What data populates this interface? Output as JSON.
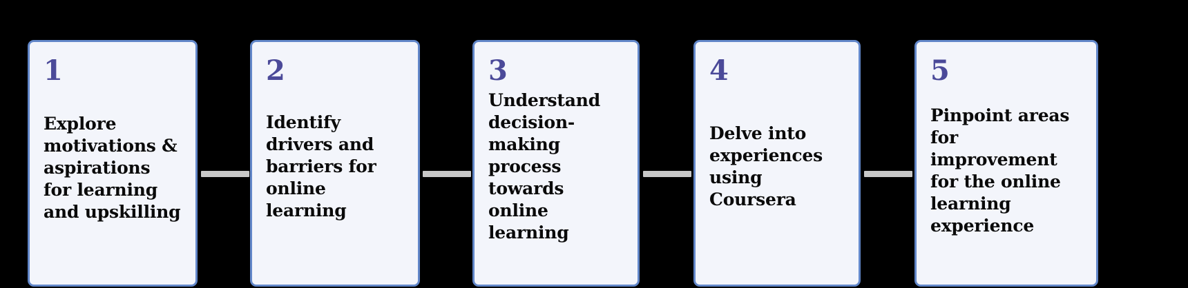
{
  "background_color": "#000000",
  "theme": {
    "card_fill": "#f3f5fb",
    "card_border": "#6287c9",
    "number_color": "#4b4a99",
    "text_color": "#0a0a0a",
    "connector_color": "#c8c8c8"
  },
  "diagram": {
    "type": "horizontal-step-flow",
    "step_count": 5,
    "steps": [
      {
        "number": "1",
        "text": "Explore motivations & aspirations for learning and upskilling"
      },
      {
        "number": "2",
        "text": "Identify drivers and barriers for online learning"
      },
      {
        "number": "3",
        "text": "Understand decision-making process towards online learning"
      },
      {
        "number": "4",
        "text": "Delve into experiences using Coursera"
      },
      {
        "number": "5",
        "text": "Pinpoint areas for improvement for the online learning experience"
      }
    ],
    "connectors": [
      {
        "name": "connector-1-2"
      },
      {
        "name": "connector-2-3"
      },
      {
        "name": "connector-3-4"
      },
      {
        "name": "connector-4-5"
      }
    ]
  }
}
